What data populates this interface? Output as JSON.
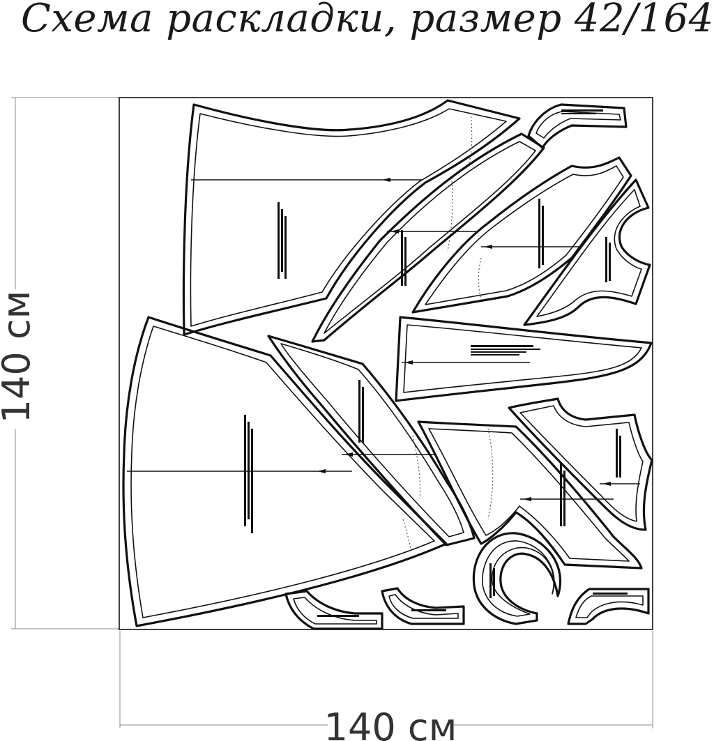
{
  "title": "Схема раскладки, размер 42/164",
  "dimensions": {
    "height_label": "140 см",
    "width_label": "140 см"
  },
  "pieces": [
    {
      "id": "front-skirt-upper"
    },
    {
      "id": "side-panel-upper"
    },
    {
      "id": "bodice-upper"
    },
    {
      "id": "sleeve-upper"
    },
    {
      "id": "neck-facing-top"
    },
    {
      "id": "back-skirt-lower"
    },
    {
      "id": "side-panel-lower"
    },
    {
      "id": "belt-piece"
    },
    {
      "id": "bodice-lower"
    },
    {
      "id": "sleeve-lower"
    },
    {
      "id": "collar-ring"
    },
    {
      "id": "facing-bottom-1"
    },
    {
      "id": "facing-bottom-2"
    },
    {
      "id": "facing-bottom-right"
    }
  ]
}
